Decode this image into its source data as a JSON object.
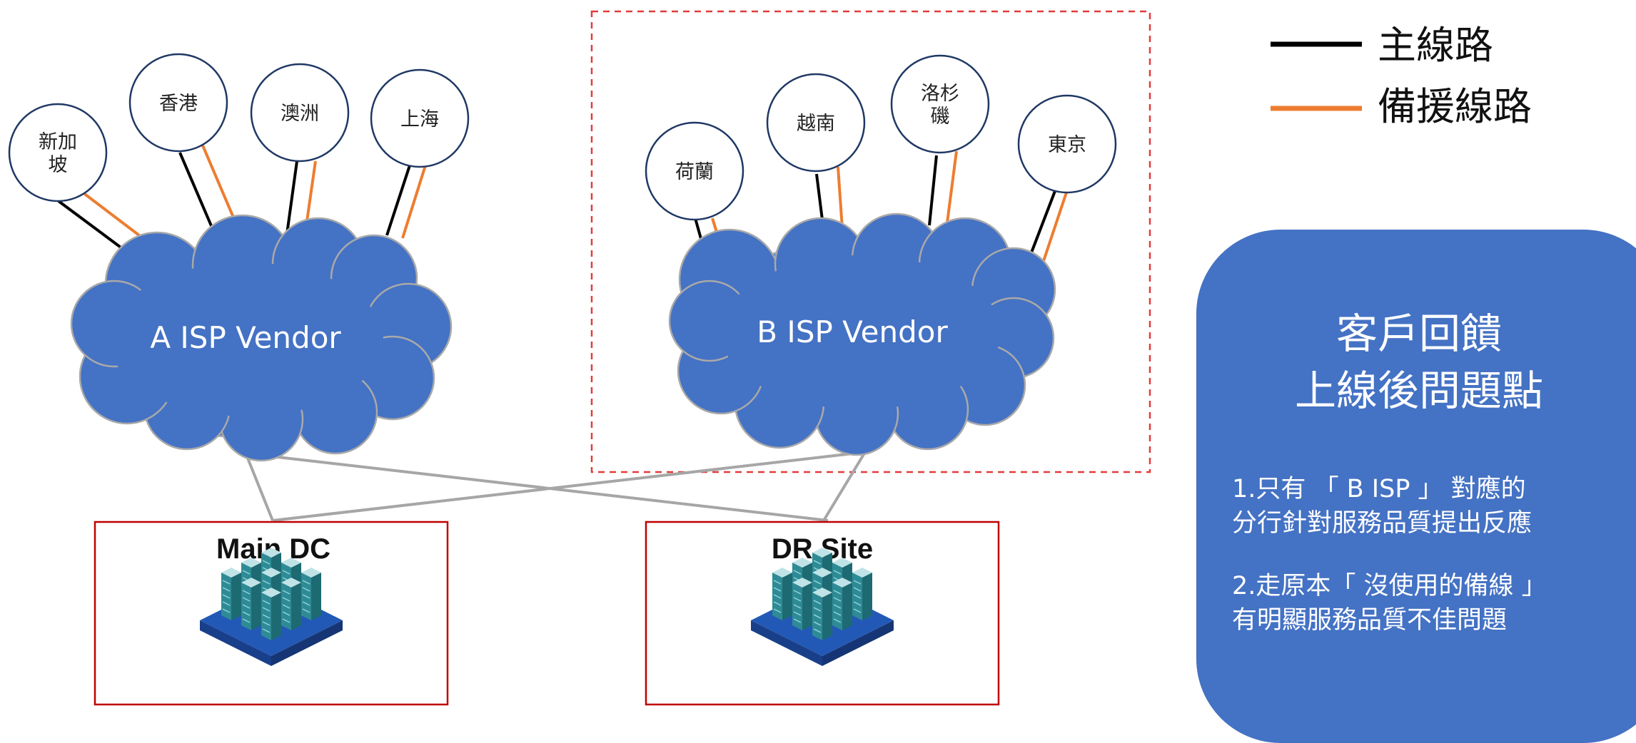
{
  "legend": {
    "primary_label": "主線路",
    "backup_label": "備援線路",
    "primary_color": "#000000",
    "backup_color": "#ed7d31"
  },
  "clouds": {
    "a": "A ISP Vendor",
    "b": "B ISP Vendor",
    "fill_color": "#4472c4"
  },
  "branches_a": [
    {
      "lines": [
        "新加",
        "坡"
      ]
    },
    {
      "lines": [
        "香港"
      ]
    },
    {
      "lines": [
        "澳洲"
      ]
    },
    {
      "lines": [
        "上海"
      ]
    }
  ],
  "branches_b": [
    {
      "lines": [
        "荷蘭"
      ]
    },
    {
      "lines": [
        "越南"
      ]
    },
    {
      "lines": [
        "洛杉",
        "磯"
      ]
    },
    {
      "lines": [
        "東京"
      ]
    }
  ],
  "sites": {
    "main": "Main DC",
    "dr": "DR Site"
  },
  "feedback": {
    "title_line1": "客戶回饋",
    "title_line2": "上線後問題點",
    "item1_line1": "1.只有 「 B ISP 」 對應的",
    "item1_line2": "分行針對服務品質提出反應",
    "item2_line1": "2.走原本「 沒使用的備線 」",
    "item2_line2": "有明顯服務品質不佳問題"
  },
  "colors": {
    "highlight_border": "#e23b3b",
    "site_border": "#c00000",
    "uplink": "#a6a6a6",
    "node_border": "#1f3864"
  }
}
